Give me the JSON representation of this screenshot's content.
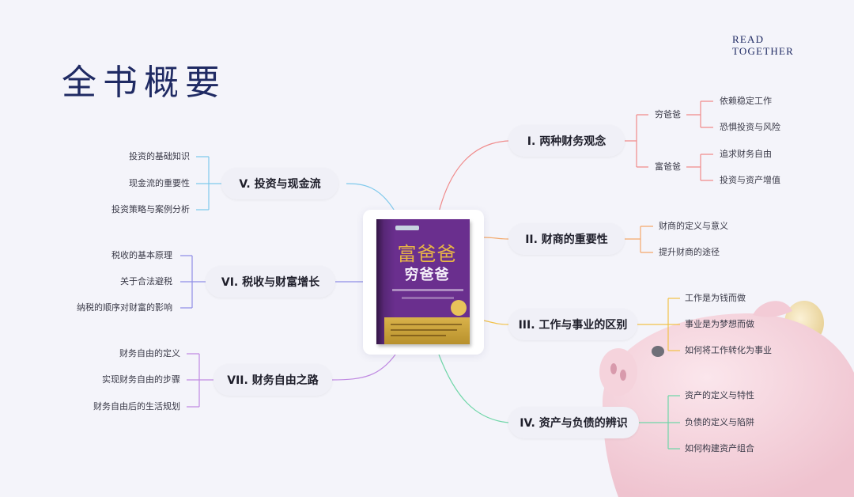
{
  "header": {
    "title": "全书概要",
    "brand_line1": "READ",
    "brand_line2": "TOGETHER"
  },
  "book": {
    "cover_title": "富爸爸",
    "cover_subtitle": "穷爸爸"
  },
  "colors": {
    "branch_1": "#f08a8a",
    "branch_2": "#f3a86a",
    "branch_3": "#f2c24a",
    "branch_4": "#6fd6a8",
    "branch_5": "#7fc9ec",
    "branch_6": "#8f8ee6",
    "branch_7": "#c08ae2"
  },
  "branches": [
    {
      "label": "I. 两种财务观念",
      "groups": [
        {
          "label": "穷爸爸",
          "items": [
            "依赖稳定工作",
            "恐惧投资与风险"
          ]
        },
        {
          "label": "富爸爸",
          "items": [
            "追求财务自由",
            "投资与资产增值"
          ]
        }
      ]
    },
    {
      "label": "II. 财商的重要性",
      "items": [
        "财商的定义与意义",
        "提升财商的途径"
      ]
    },
    {
      "label": "III. 工作与事业的区别",
      "items": [
        "工作是为钱而做",
        "事业是为梦想而做",
        "如何将工作转化为事业"
      ]
    },
    {
      "label": "IV. 资产与负债的辨识",
      "items": [
        "资产的定义与特性",
        "负债的定义与陷阱",
        "如何构建资产组合"
      ]
    },
    {
      "label": "V. 投资与现金流",
      "items": [
        "投资的基础知识",
        "现金流的重要性",
        "投资策略与案例分析"
      ]
    },
    {
      "label": "VI. 税收与财富增长",
      "items": [
        "税收的基本原理",
        "关于合法避税",
        "纳税的顺序对财富的影响"
      ]
    },
    {
      "label": "VII. 财务自由之路",
      "items": [
        "财务自由的定义",
        "实现财务自由的步骤",
        "财务自由后的生活规划"
      ]
    }
  ]
}
